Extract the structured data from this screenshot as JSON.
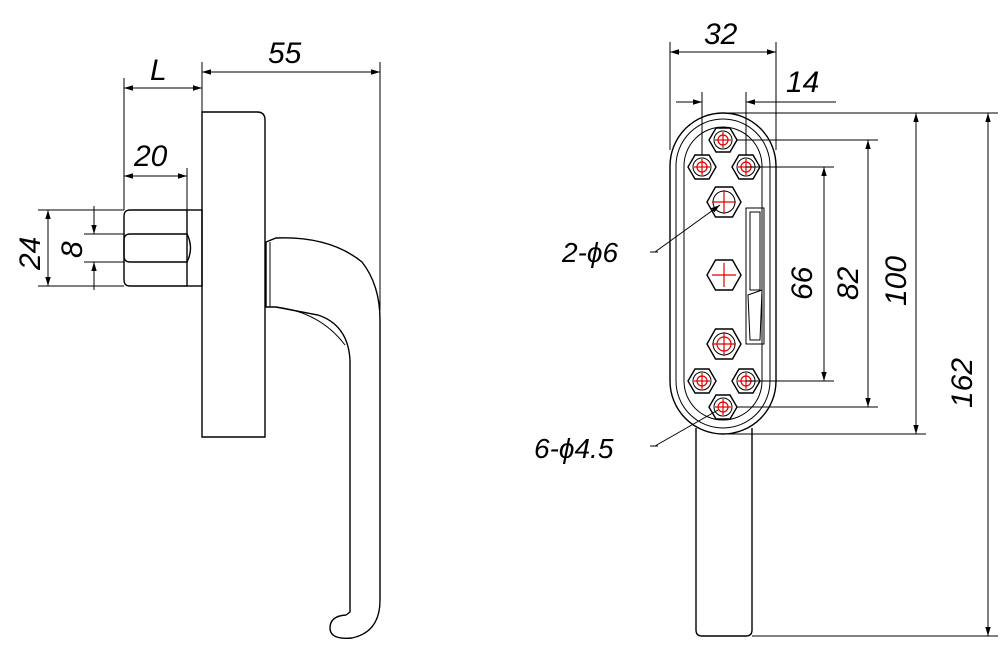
{
  "side_view": {
    "dim_55": "55",
    "dim_L": "L",
    "dim_20": "20",
    "dim_24": "24",
    "dim_8": "8"
  },
  "front_view": {
    "dim_32": "32",
    "dim_14": "14",
    "dim_66": "66",
    "dim_82": "82",
    "dim_100": "100",
    "dim_162": "162",
    "callout_large_holes": "2-ϕ6",
    "callout_small_holes": "6-ϕ4.5"
  },
  "colors": {
    "outline": "#000000",
    "center_marks": "#e00000"
  }
}
